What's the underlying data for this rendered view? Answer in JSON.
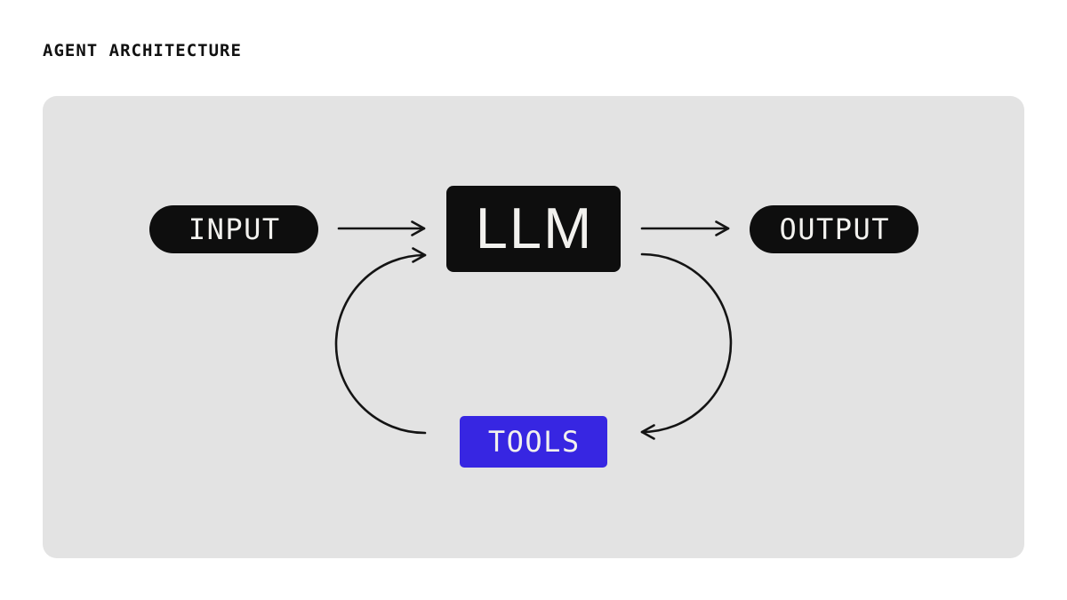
{
  "page": {
    "title": "AGENT ARCHITECTURE"
  },
  "diagram": {
    "nodes": [
      {
        "id": "input",
        "label": "INPUT",
        "shape": "pill",
        "bg": "#0e0e0e",
        "text_color": "#f2f1ee"
      },
      {
        "id": "llm",
        "label": "LLM",
        "shape": "box",
        "bg": "#0e0e0e",
        "text_color": "#f2f1ee"
      },
      {
        "id": "output",
        "label": "OUTPUT",
        "shape": "pill",
        "bg": "#0e0e0e",
        "text_color": "#f2f1ee"
      },
      {
        "id": "tools",
        "label": "TOOLS",
        "shape": "box",
        "bg": "#3726e2",
        "text_color": "#f2f1ee"
      }
    ],
    "edges": [
      {
        "from": "input",
        "to": "llm",
        "style": "straight-arrow"
      },
      {
        "from": "llm",
        "to": "output",
        "style": "straight-arrow"
      },
      {
        "from": "llm",
        "to": "tools",
        "style": "curved-arrow-right"
      },
      {
        "from": "tools",
        "to": "llm",
        "style": "curved-arrow-left"
      }
    ]
  },
  "colors": {
    "page_background": "#ffffff",
    "panel_background": "#e3e3e3",
    "node_black": "#0e0e0e",
    "node_blue": "#3726e2",
    "arrow": "#141414",
    "title_text": "#111111"
  }
}
